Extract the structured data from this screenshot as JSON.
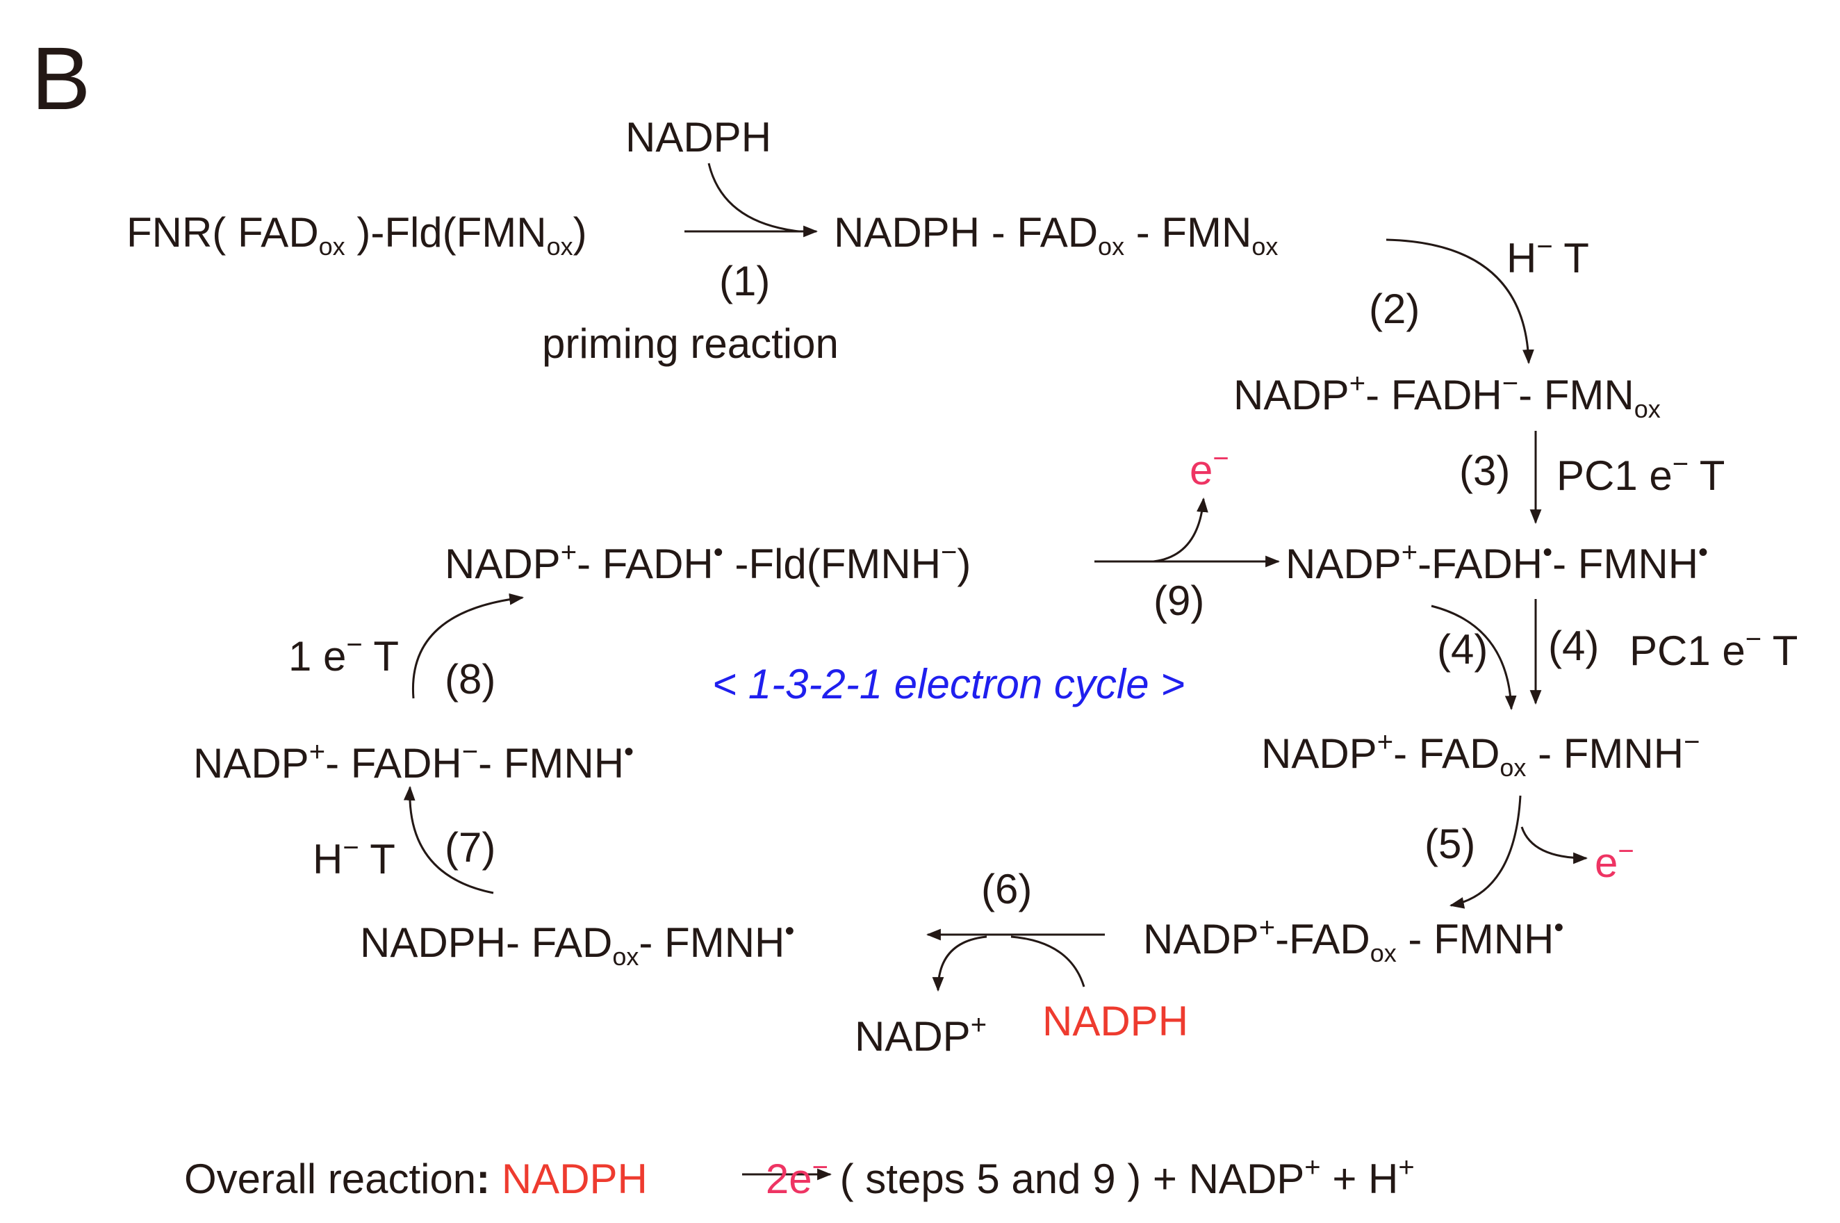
{
  "panel_label": "B",
  "priming": {
    "nadph_input": "NADPH",
    "start_species": [
      "FNR( FAD",
      "ox",
      " )-Fld(FMN",
      "ox",
      ")"
    ],
    "step_label": "(1)",
    "caption": "priming reaction",
    "product": [
      "NADPH - FAD",
      "ox",
      " - FMN",
      "ox"
    ]
  },
  "cycle_title": "< 1-3-2-1 electron cycle >",
  "species": {
    "s2": [
      "NADP",
      "+",
      "-  FADH",
      "−",
      "- FMN",
      "ox"
    ],
    "s3": [
      "NADP",
      "+",
      "-FADH",
      "•",
      "- FMNH",
      "•"
    ],
    "s4": [
      "NADP",
      "+",
      "- FAD",
      "ox",
      " - FMNH",
      "−"
    ],
    "s5": [
      "NADP",
      "+",
      "-FAD",
      "ox",
      " - FMNH",
      "•"
    ],
    "s6": [
      "NADPH- FAD",
      "ox",
      "- FMNH",
      "•"
    ],
    "s7": [
      "NADP",
      "+",
      "- FADH",
      "−",
      "- FMNH",
      "•"
    ],
    "s8": [
      "NADP",
      "+",
      "- FADH",
      "•",
      " -Fld(FMNH",
      "−",
      ")"
    ]
  },
  "steps": {
    "step2": {
      "label": "(2)",
      "note": [
        "H",
        "−",
        " T"
      ]
    },
    "step3": {
      "label": "(3)",
      "note": [
        "PC1 e",
        "−",
        " T"
      ]
    },
    "step4a": {
      "label": "(4)"
    },
    "step4b": {
      "label": "(4)",
      "note": [
        "PC1 e",
        "−",
        " T"
      ]
    },
    "step5": {
      "label": "(5)",
      "electron": [
        "e",
        "−"
      ]
    },
    "step6": {
      "label": "(6)",
      "byproduct": [
        "NADP",
        "+"
      ],
      "input": "NADPH"
    },
    "step7": {
      "label": "(7)",
      "note": [
        "H",
        "−",
        " T"
      ]
    },
    "step8": {
      "label": "(8)",
      "note": [
        "1 e",
        "−",
        " T"
      ]
    },
    "step9": {
      "label": "(9)",
      "electron": [
        "e",
        "−"
      ]
    }
  },
  "overall": {
    "prefix": "Overall reaction",
    "colon": ":",
    "reactant": "NADPH",
    "product_electrons": [
      "2e",
      "−"
    ],
    "rest": " ( steps 5 and 9 ) + NADP",
    "rest_sup": "+",
    "tail": " + H",
    "tail_sup": "+"
  },
  "colors": {
    "text": "#231815",
    "nadph_red": "#ee3b2f",
    "electron_pink": "#ee3463",
    "cycle_blue": "#1f1fee"
  }
}
